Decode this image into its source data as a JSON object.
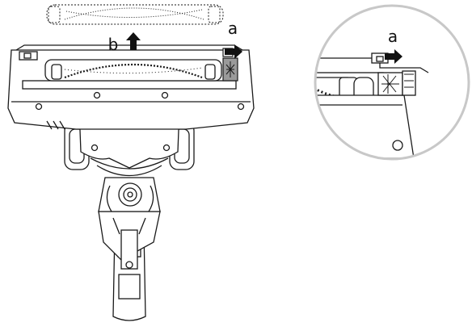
{
  "colors": {
    "line": "#1a1a1a",
    "zoom_ring": "#c8c8c8",
    "housing_fill": "#ffffff",
    "latch_fill": "#9a9a9a"
  },
  "labels": {
    "a_main": "a",
    "b_main": "b",
    "a_detail": "a"
  },
  "icons": {
    "arrow_right": "arrow-right-icon",
    "arrow_up": "arrow-up-icon"
  }
}
